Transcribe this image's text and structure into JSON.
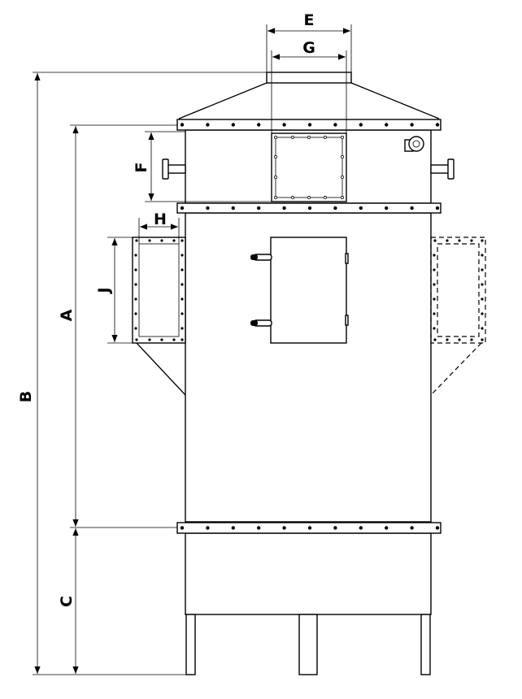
{
  "diagram": {
    "labels": {
      "A": "A",
      "B": "B",
      "C": "C",
      "E": "E",
      "F": "F",
      "G": "G",
      "H": "H",
      "J": "J"
    }
  },
  "colors": {
    "line": "#000000",
    "background": "#ffffff"
  }
}
